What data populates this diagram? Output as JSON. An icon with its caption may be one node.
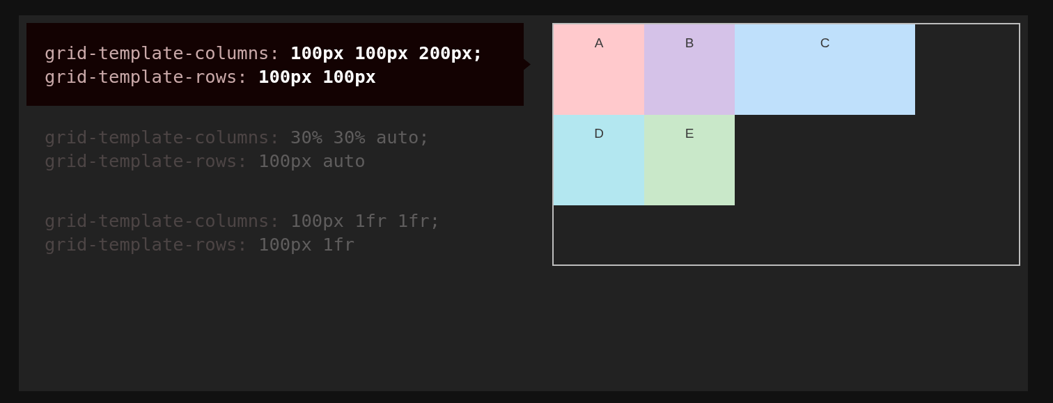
{
  "diagram": {
    "nodes": [
      {
        "text": [
          "grid-template-columns: **100px 100px 200px;**",
          "grid-template-rows: **100px 100px**"
        ]
      },
      {
        "text": [],
        "shape": "box"
      },
      {
        "text": [
          "A"
        ],
        "in": 1
      },
      {
        "text": [
          "B"
        ],
        "in": 1
      },
      {
        "text": [
          "C"
        ],
        "in": 1
      },
      {
        "text": [
          "D"
        ],
        "in": 1
      },
      {
        "text": [
          "E"
        ],
        "in": 1
      }
    ],
    "labels": [
      "grid-template-columns: 30% 30% auto;",
      "grid-template-rows: 100px auto",
      "grid-template-columns: 100px 1fr 1fr;",
      "grid-template-rows: 100px 1fr"
    ]
  }
}
